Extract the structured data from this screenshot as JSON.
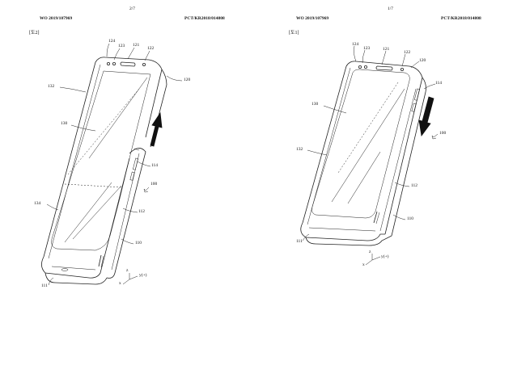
{
  "pages": [
    {
      "publication_number": "WO 2019/107969",
      "application_number": "PCT/KR2018/014808",
      "page_number": "2/7",
      "figure_label": "[도2]",
      "refs": [
        "124",
        "123",
        "121",
        "122",
        "120",
        "132",
        "130",
        "114",
        "100",
        "134",
        "112",
        "110",
        "111"
      ],
      "axes": {
        "z": "z",
        "y": "y(+)",
        "x": "x"
      }
    },
    {
      "publication_number": "WO 2019/107969",
      "application_number": "PCT/KR2018/014808",
      "page_number": "1/7",
      "figure_label": "[도1]",
      "refs": [
        "124",
        "123",
        "121",
        "122",
        "120",
        "114",
        "130",
        "100",
        "132",
        "112",
        "110",
        "111"
      ],
      "axes": {
        "z": "z",
        "y": "y(+)",
        "x": "x"
      }
    }
  ]
}
